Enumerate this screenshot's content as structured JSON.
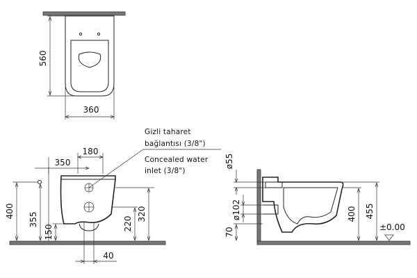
{
  "top_view": {
    "depth_label": "560",
    "width_label": "360"
  },
  "side_view": {
    "dim_350": "350",
    "dim_180": "180",
    "dim_400": "400",
    "dim_355": "355",
    "dim_150": "150",
    "dim_220": "220",
    "dim_320": "320",
    "dim_40": "40"
  },
  "annotations": {
    "tr_line1": "Gizli taharet",
    "tr_line2": "bağlantısı (3/8\")",
    "en_line1": "Concealed water",
    "en_line2": "inlet (3/8\")"
  },
  "section_view": {
    "dim_55": "ø55",
    "dim_102": "ø102",
    "dim_70": "70",
    "dim_400": "400",
    "dim_455": "455",
    "dim_000": "±0.00"
  }
}
